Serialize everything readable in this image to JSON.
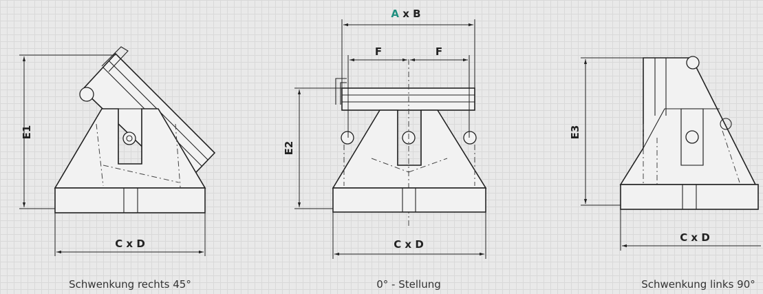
{
  "views": [
    {
      "caption": "Schwenkung rechts 45°",
      "height_label": "E1",
      "base_label": "C x D"
    },
    {
      "caption": "0° - Stellung",
      "height_label": "E2",
      "base_label": "C x D",
      "top_label_a": "A",
      "top_label_rest": " x B",
      "offset_label_left": "F",
      "offset_label_right": "F"
    },
    {
      "caption": "Schwenkung links 90°",
      "height_label": "E3",
      "base_label": "C x D"
    }
  ],
  "colors": {
    "accent": "#1f8f80",
    "line": "#222222",
    "fill": "#f2f2f2"
  }
}
